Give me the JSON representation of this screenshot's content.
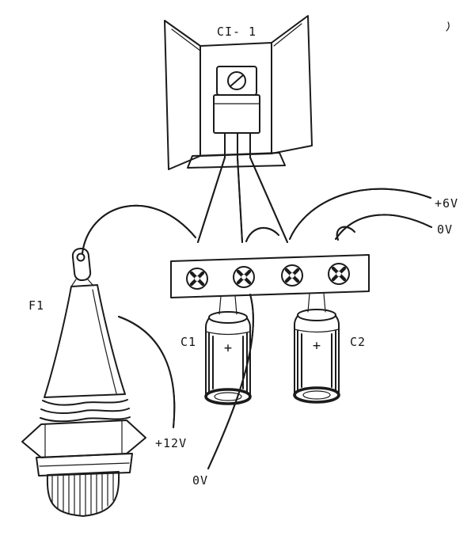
{
  "diagram": {
    "labels": {
      "ic": "CI- 1",
      "fuse": "F1",
      "cap1": "C1",
      "cap2": "C2",
      "cap1_polarity": "+",
      "cap2_polarity": "+",
      "v6": "+6V",
      "v0_right": "0V",
      "v12": "+12V",
      "v0_bottom": "0V"
    },
    "colors": {
      "ink": "#1b1b1b",
      "paper": "#ffffff"
    }
  }
}
